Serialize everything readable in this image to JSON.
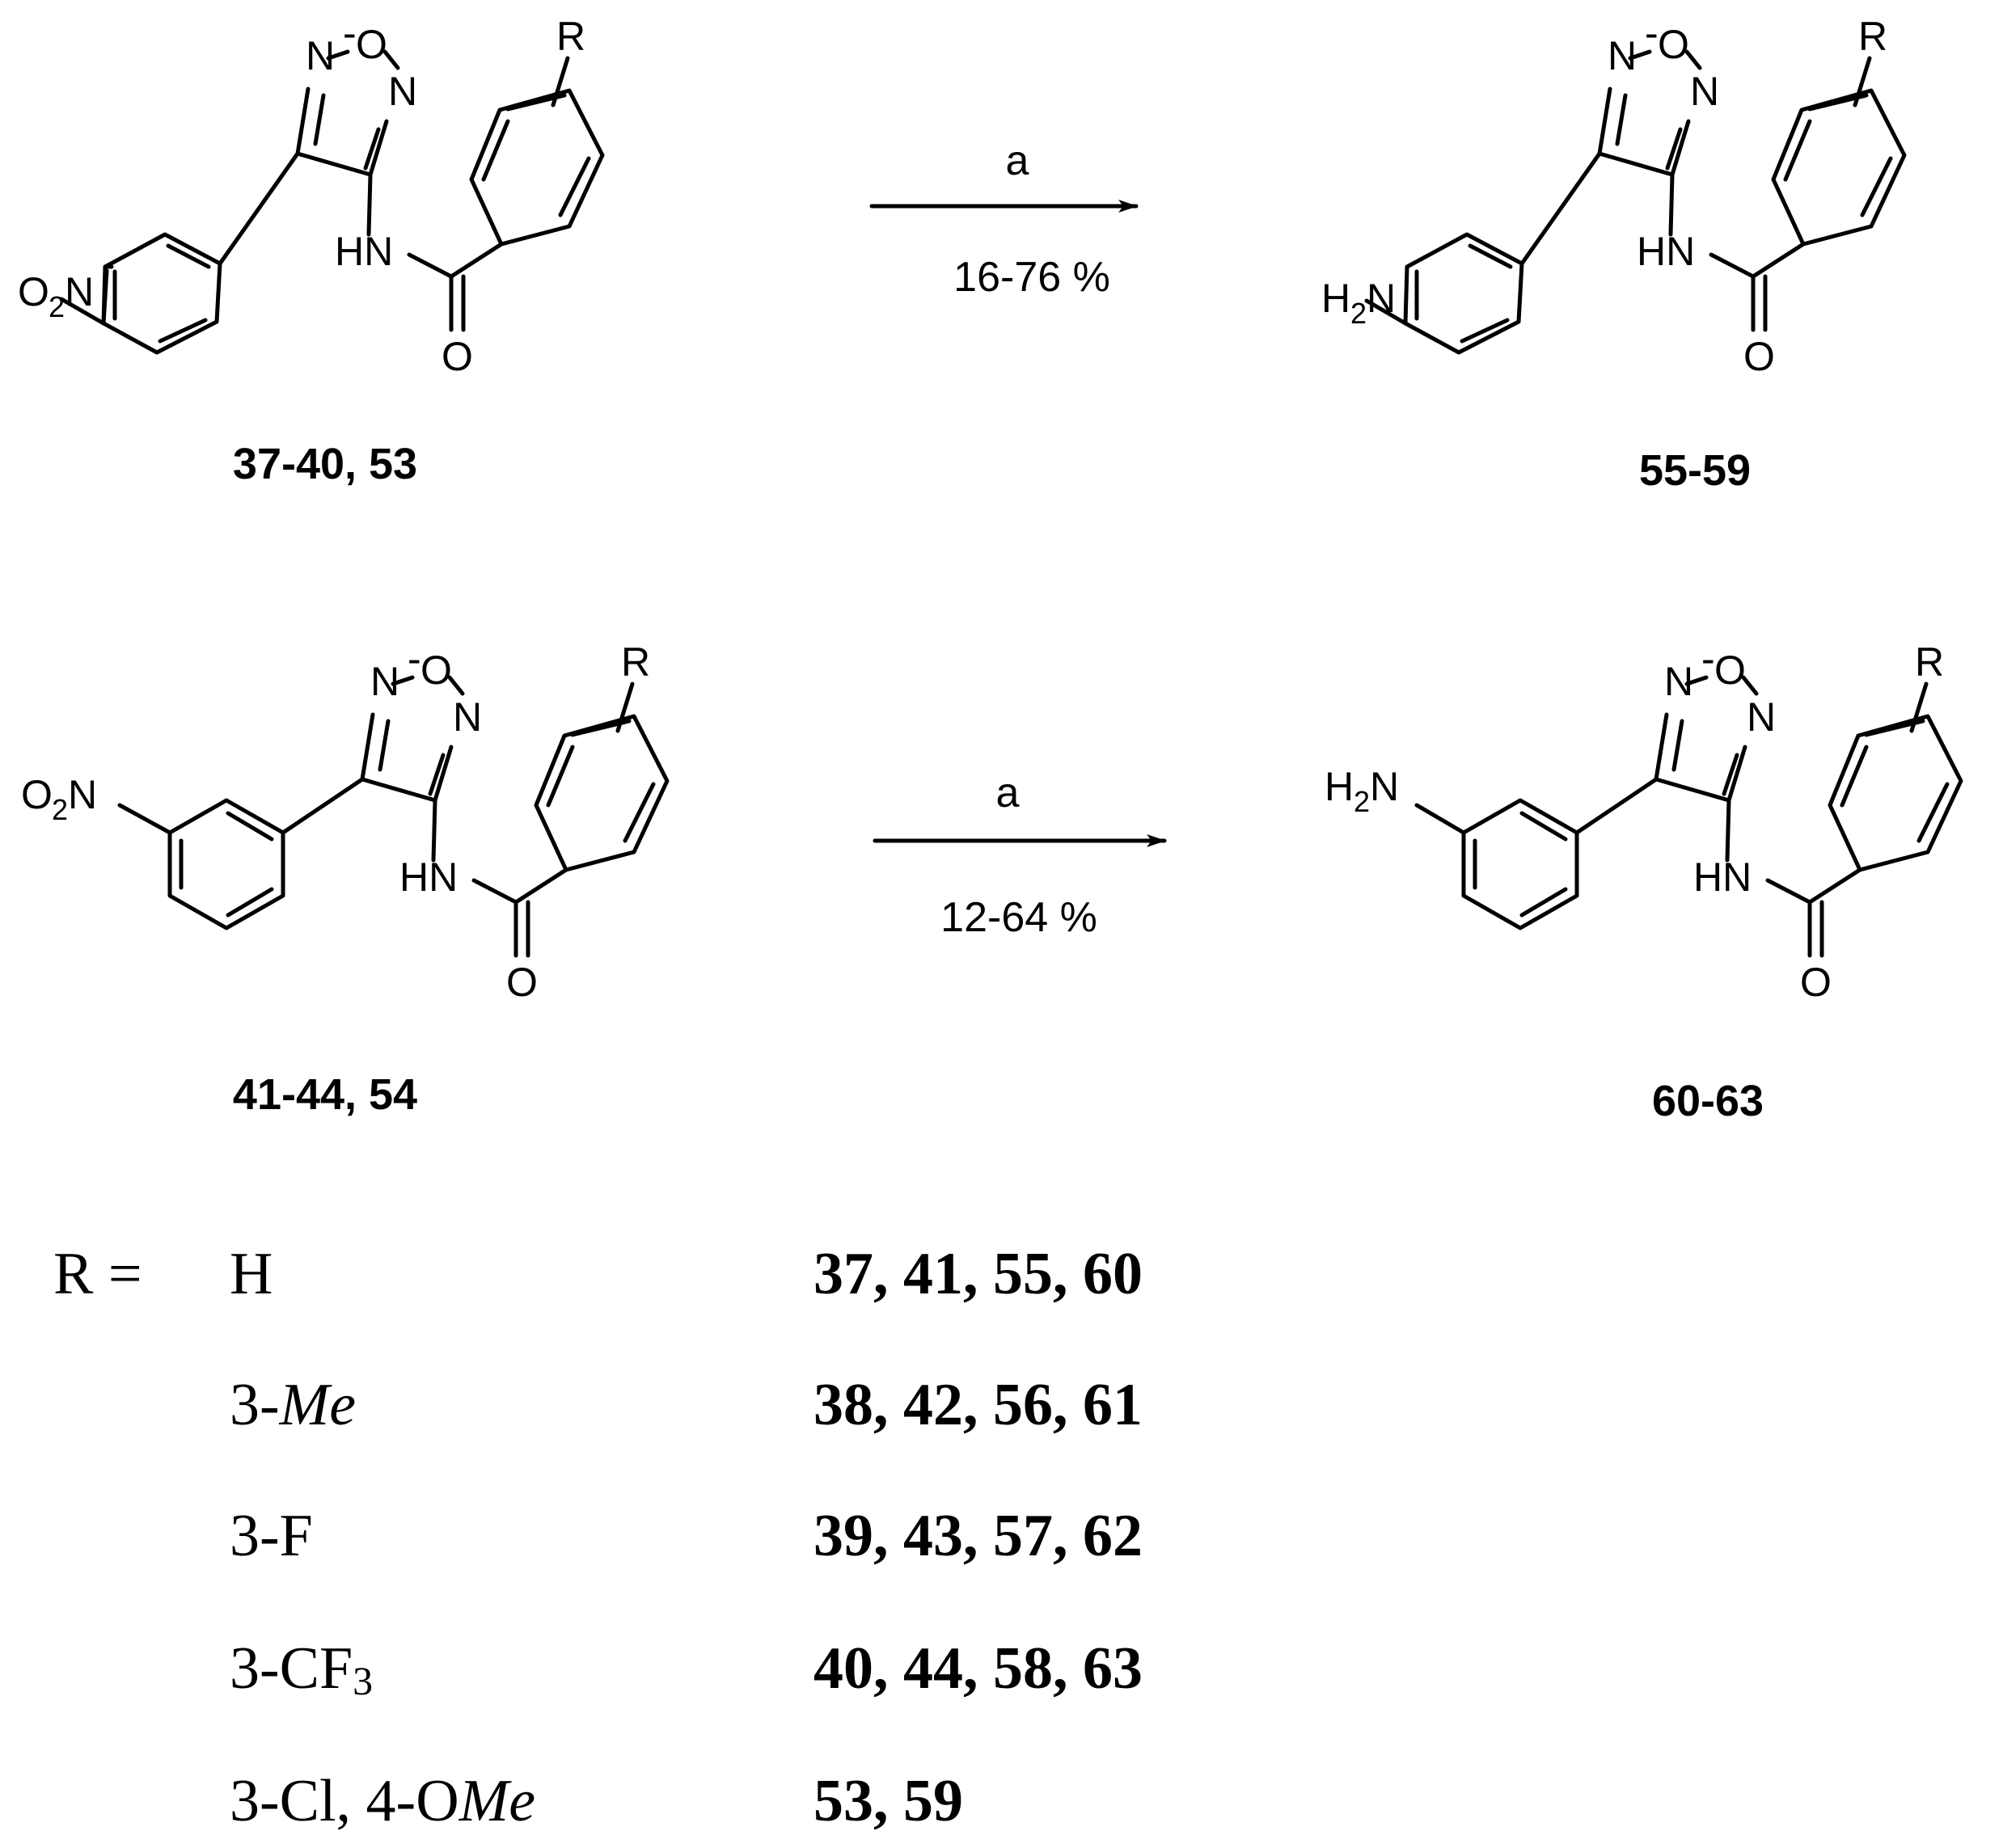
{
  "atoms": {
    "ring_N": "N",
    "ring_O": "O",
    "ring_N2": "N",
    "amide_HN": "HN",
    "carbonyl_O": "O",
    "R": "R",
    "nitro_O": "O",
    "nitro_sub": "2",
    "nitro_N": "N",
    "amine_H": "H",
    "amine_sub": "2",
    "amine_N": "N"
  },
  "reactions": [
    {
      "reagent": "a",
      "yield": "16-76 %",
      "reactant": "37-40, 53",
      "product": "55-59"
    },
    {
      "reagent": "a",
      "yield": "12-64 %",
      "reactant": "41-44, 54",
      "product": "60-63"
    }
  ],
  "substituents": {
    "label": "R =",
    "rows": [
      {
        "r": "H",
        "r_sub": "",
        "compounds": "37, 41, 55, 60"
      },
      {
        "r": "3-Me",
        "r_sub": "",
        "compounds": "38, 42, 56, 61"
      },
      {
        "r": "3-CF",
        "r_sub": "3",
        "compounds": "40, 44, 58, 63"
      },
      {
        "r": "3-F",
        "r_sub": "",
        "compounds": "39, 43, 57, 62"
      },
      {
        "r": "3-Cl, 4-OMe",
        "r_sub": "",
        "compounds": "53, 59"
      }
    ]
  }
}
